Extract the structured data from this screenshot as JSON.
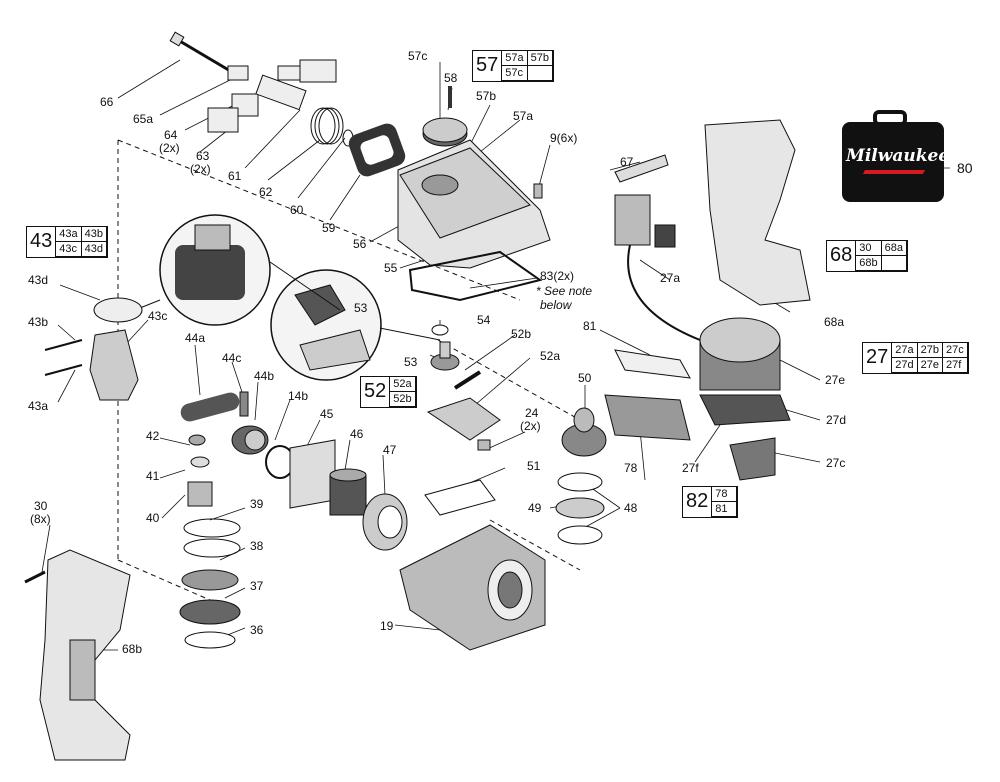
{
  "brand": {
    "text": "Milwaukee"
  },
  "colors": {
    "line": "#111111",
    "case": "#111111",
    "logo_red": "#d71920",
    "part_fill": "#e6e6e6",
    "part_dark": "#555555"
  },
  "labels": {
    "p66": "66",
    "p65a": "65a",
    "p64": "64",
    "p64q": "(2x)",
    "p63": "63",
    "p63q": "(2x)",
    "p61": "61",
    "p62": "62",
    "p60": "60",
    "p59": "59",
    "p56": "56",
    "p55": "55",
    "p57c": "57c",
    "p58": "58",
    "p57b": "57b",
    "p57a": "57a",
    "p9": "9(6x)",
    "p83": "83(2x)",
    "p67": "67",
    "p80": "80",
    "p27a": "27a",
    "p68a": "68a",
    "p81": "81",
    "p27e": "27e",
    "p27d": "27d",
    "p27f": "27f",
    "p27c": "27c",
    "p50": "50",
    "p78": "78",
    "p49": "49",
    "p48": "48",
    "p43d": "43d",
    "p43b": "43b",
    "p43c": "43c",
    "p43a": "43a",
    "p53a": "53",
    "p53b": "53",
    "p54": "54",
    "p52b": "52b",
    "p52a": "52a",
    "p44a": "44a",
    "p44c": "44c",
    "p44b": "44b",
    "p14b": "14b",
    "p45": "45",
    "p46": "46",
    "p47": "47",
    "p24": "24",
    "p24q": "(2x)",
    "p51": "51",
    "p42": "42",
    "p41": "41",
    "p40": "40",
    "p39": "39",
    "p38": "38",
    "p37": "37",
    "p36": "36",
    "p30": "30",
    "p30q": "(8x)",
    "p68b": "68b",
    "p19": "19"
  },
  "note": {
    "line1": "* See note",
    "line2": "below"
  },
  "groups": {
    "g57": {
      "num": "57",
      "cells": [
        "57a",
        "57b",
        "57c",
        ""
      ]
    },
    "g43": {
      "num": "43",
      "cells": [
        "43a",
        "43b",
        "43c",
        "43d"
      ]
    },
    "g68": {
      "num": "68",
      "cells": [
        "30",
        "68a",
        "68b",
        ""
      ]
    },
    "g27": {
      "num": "27",
      "cells": [
        "27a",
        "27b",
        "27c",
        "27d",
        "27e",
        "27f"
      ]
    },
    "g52": {
      "num": "52",
      "cells": [
        "52a",
        "52b"
      ]
    },
    "g82": {
      "num": "82",
      "cells": [
        "78",
        "81"
      ]
    }
  }
}
